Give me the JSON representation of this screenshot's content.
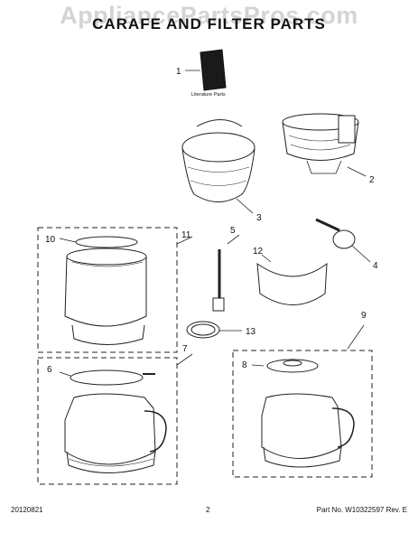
{
  "header": {
    "watermark": "AppliancePartsPros.com",
    "title": "CARAFE AND FILTER PARTS"
  },
  "parts": {
    "p1": {
      "number": "1",
      "caption": "Literature Parts"
    },
    "p2": {
      "number": "2"
    },
    "p3": {
      "number": "3"
    },
    "p4": {
      "number": "4"
    },
    "p5": {
      "number": "5"
    },
    "p6": {
      "number": "6"
    },
    "p7": {
      "number": "7"
    },
    "p8": {
      "number": "8"
    },
    "p9": {
      "number": "9"
    },
    "p10": {
      "number": "10"
    },
    "p11": {
      "number": "11"
    },
    "p12": {
      "number": "12"
    },
    "p13": {
      "number": "13"
    }
  },
  "footer": {
    "date": "20120821",
    "page": "2",
    "part_no": "Part No. W10322597  Rev. E"
  }
}
